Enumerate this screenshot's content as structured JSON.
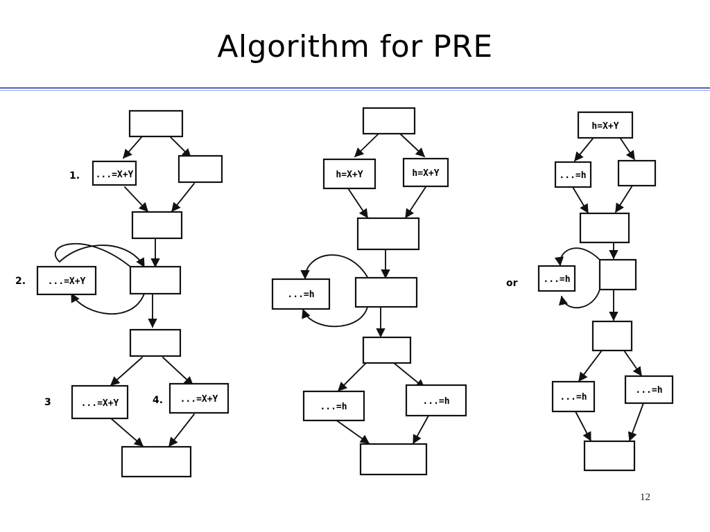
{
  "slide": {
    "title": "Algorithm for PRE",
    "page_number": "12"
  },
  "diagram1": {
    "labels": {
      "b1": "...=X+Y",
      "b4": "...=X+Y",
      "b6": "...=X+Y",
      "b7": "...=X+Y"
    },
    "markers": {
      "m1": "1.",
      "m2": "2.",
      "m3": "3",
      "m4": "4."
    }
  },
  "diagram2": {
    "labels": {
      "b1": "h=X+Y",
      "b2": "h=X+Y",
      "b4": "...=h",
      "b6": "...=h",
      "b7": "...=h"
    }
  },
  "diagram3": {
    "labels": {
      "b0": "h=X+Y",
      "b1": "...=h",
      "b4": "...=h",
      "b7": "...=h",
      "b8": "...=h"
    },
    "marker": "or"
  }
}
